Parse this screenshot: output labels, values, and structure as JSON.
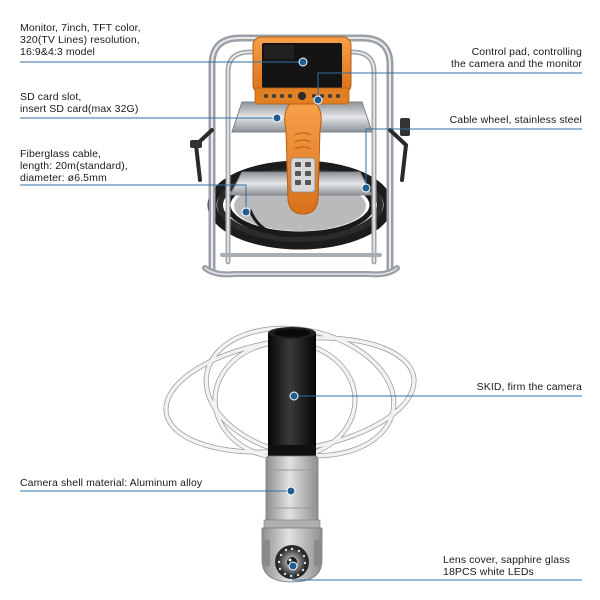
{
  "palette": {
    "leader_line": "#2f6fa6",
    "dot": "#1f5e95",
    "monitor_orange": "#f08a24",
    "frame_steel": "#b8bcc0",
    "cable_black": "#222222",
    "skid_wire": "#e6e6e6",
    "camera_shell": "#c8c8c8"
  },
  "callouts": {
    "monitor": {
      "lines": [
        "Monitor, 7inch, TFT color,",
        "320(TV Lines) resolution,",
        "16:9&4:3 model"
      ]
    },
    "control_pad": {
      "lines": [
        "Control pad, controlling",
        "the camera and the monitor"
      ]
    },
    "sd_card": {
      "lines": [
        "SD card slot,",
        "insert SD card(max 32G)"
      ]
    },
    "cable_wheel": {
      "lines": [
        "Cable wheel, stainless steel"
      ]
    },
    "fiberglass_cable": {
      "lines": [
        "Fiberglass cable,",
        "length: 20m(standard),",
        "diameter: ø6.5mm"
      ]
    },
    "skid": {
      "lines": [
        "SKID, firm the camera"
      ]
    },
    "camera_shell": {
      "lines": [
        "Camera shell material: Aluminum alloy"
      ]
    },
    "lens_cover": {
      "lines": [
        "Lens cover, sapphire glass",
        "18PCS white LEDs"
      ]
    }
  }
}
